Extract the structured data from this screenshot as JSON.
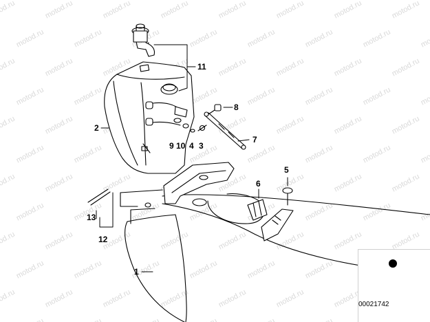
{
  "watermark": {
    "text": "motod.ru"
  },
  "callouts": {
    "c1": "1",
    "c2": "2",
    "c3": "3",
    "c4": "4",
    "c5": "5",
    "c6": "6",
    "c7": "7",
    "c8": "8",
    "c9": "9",
    "c10": "10",
    "c11": "11",
    "c12": "12",
    "c13": "13"
  },
  "reference_number": "00021742",
  "colors": {
    "line": "#000000",
    "watermark": "#d9d9d9"
  }
}
